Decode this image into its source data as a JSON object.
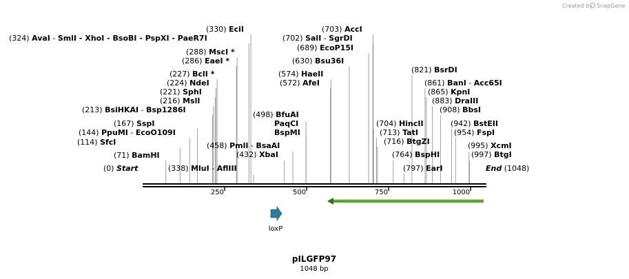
{
  "header": {
    "credit": "Created by",
    "brand": "SnapGene"
  },
  "sequence": {
    "name": "pILGFP97",
    "length_label": "1048 bp",
    "length": 1048
  },
  "axis": {
    "ticks": [
      250,
      500,
      750,
      1000
    ]
  },
  "colors": {
    "arrow": "#7ab648",
    "loxp": "#2e7d96",
    "line": "#000000",
    "site": "#888888"
  },
  "features": [
    {
      "name": "loxP",
      "icon": "arrow-right-icon"
    }
  ],
  "sites": [
    {
      "pos": "(0)",
      "name": "Start",
      "style": "italic",
      "at": 0
    },
    {
      "pos": "(71)",
      "name": "BamHI",
      "at": 71
    },
    {
      "pos": "(114)",
      "name": "SfcI",
      "at": 114
    },
    {
      "pos": "(144)",
      "name": "PpuMI",
      "extra": "EcoO109I",
      "at": 144
    },
    {
      "pos": "(167)",
      "name": "SspI",
      "at": 167
    },
    {
      "pos": "(213)",
      "name": "BsiHKAI",
      "extra": "Bsp1286I",
      "at": 213
    },
    {
      "pos": "(216)",
      "name": "MslI",
      "at": 216
    },
    {
      "pos": "(221)",
      "name": "SphI",
      "at": 221
    },
    {
      "pos": "(224)",
      "name": "NdeI",
      "at": 224
    },
    {
      "pos": "(227)",
      "name": "BclI *",
      "at": 227
    },
    {
      "pos": "(286)",
      "name": "EaeI *",
      "at": 286
    },
    {
      "pos": "(288)",
      "name": "MscI *",
      "at": 288
    },
    {
      "pos": "(324)",
      "name": "AvaI",
      "extra": "SmlI   -  XhoI   -  BsoBI   -  PspXI   -  PaeR7I",
      "at": 324
    },
    {
      "pos": "(330)",
      "name": "EciI",
      "at": 330
    },
    {
      "pos": "(338)",
      "name": "MluI",
      "extra": "AflIII",
      "at": 338,
      "below": true
    },
    {
      "pos": "(432)",
      "name": "XbaI",
      "at": 432
    },
    {
      "pos": "(458)",
      "name": "PmlI",
      "extra": "BsaAI",
      "at": 458
    },
    {
      "pos": "(498)",
      "name": "BfuAI",
      "at": 498
    },
    {
      "pos": "",
      "name": "PaqCI",
      "at": 498
    },
    {
      "pos": "",
      "name": "BspMI",
      "at": 498
    },
    {
      "pos": "(572)",
      "name": "AfeI",
      "at": 572
    },
    {
      "pos": "(574)",
      "name": "HaeII",
      "at": 574
    },
    {
      "pos": "(630)",
      "name": "Bsu36I",
      "at": 630
    },
    {
      "pos": "(689)",
      "name": "EcoP15I",
      "at": 689
    },
    {
      "pos": "(702)",
      "name": "SalI",
      "extra": "SgrDI",
      "at": 702
    },
    {
      "pos": "(703)",
      "name": "AccI",
      "at": 703
    },
    {
      "pos": "(704)",
      "name": "HincII",
      "at": 704
    },
    {
      "pos": "(713)",
      "name": "TatI",
      "at": 713
    },
    {
      "pos": "(716)",
      "name": "BtgZI",
      "at": 716
    },
    {
      "pos": "(764)",
      "name": "BspHI",
      "at": 764
    },
    {
      "pos": "(797)",
      "name": "EarI",
      "at": 797
    },
    {
      "pos": "(821)",
      "name": "BsrDI",
      "at": 821
    },
    {
      "pos": "(861)",
      "name": "BanI",
      "extra": "Acc65I",
      "at": 861
    },
    {
      "pos": "(865)",
      "name": "KpnI",
      "at": 865
    },
    {
      "pos": "(883)",
      "name": "DraIII",
      "at": 883
    },
    {
      "pos": "(908)",
      "name": "BbsI",
      "at": 908
    },
    {
      "pos": "(942)",
      "name": "BstEII",
      "at": 942
    },
    {
      "pos": "(954)",
      "name": "FspI",
      "at": 954
    },
    {
      "pos": "(995)",
      "name": "XcmI",
      "at": 995
    },
    {
      "pos": "(997)",
      "name": "BtgI",
      "at": 997
    },
    {
      "pos": "(1048)",
      "name": "End",
      "style": "italic",
      "at": 1048
    }
  ]
}
